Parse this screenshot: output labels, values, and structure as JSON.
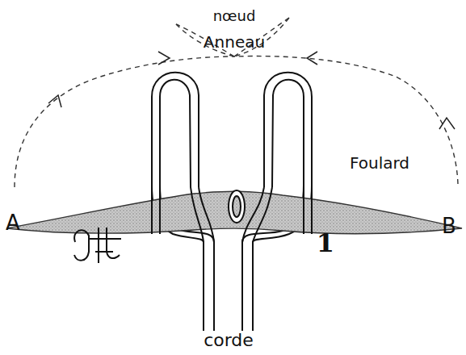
{
  "diagram": {
    "labels": [
      "nœud",
      "Anneau",
      "Foulard",
      "A",
      "B",
      "corde",
      "1"
    ]
  }
}
